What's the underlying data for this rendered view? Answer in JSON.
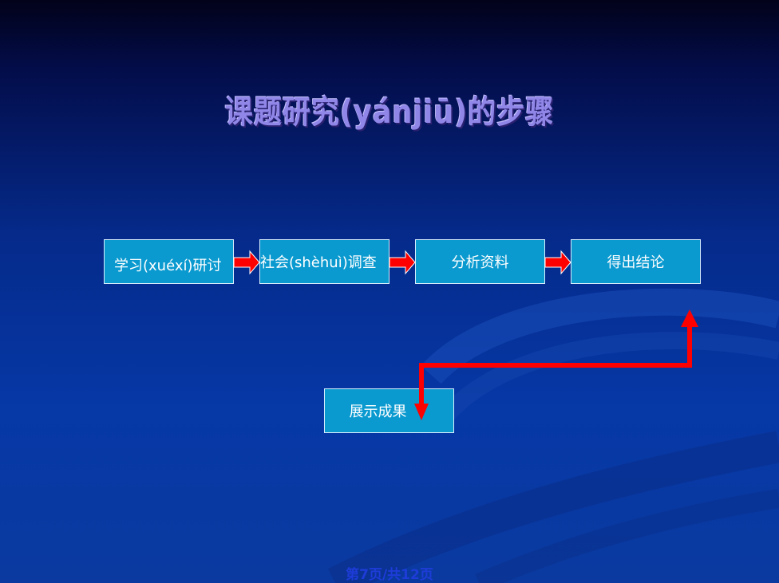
{
  "slide": {
    "title": "课题研究(yánjiū)的步骤",
    "steps": [
      {
        "label": "学习(xuéxí)研讨"
      },
      {
        "label": "社会(shèhuì)调查"
      },
      {
        "label": "分析资料"
      },
      {
        "label": "得出结论"
      },
      {
        "label": "展示成果"
      }
    ],
    "page_number": "第7页/共12页"
  },
  "colors": {
    "box_fill": "#0a9ad0",
    "arrow": "#ff0000",
    "title": "#8f86e8"
  }
}
